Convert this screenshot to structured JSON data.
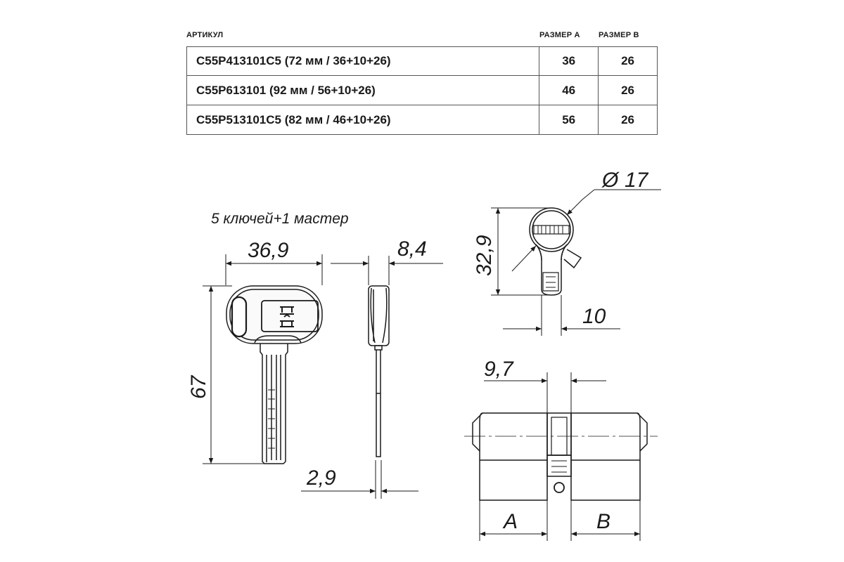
{
  "table": {
    "headers": {
      "article": "АРТИКУЛ",
      "size_a": "РАЗМЕР A",
      "size_b": "РАЗМЕР B"
    },
    "rows": [
      {
        "article": "C55P413101C5 (72 мм / 36+10+26)",
        "a": "36",
        "b": "26"
      },
      {
        "article": "C55P613101 (92 мм / 56+10+26)",
        "a": "46",
        "b": "26"
      },
      {
        "article": "C55P513101C5 (82 мм / 46+10+26)",
        "a": "56",
        "b": "26"
      }
    ]
  },
  "drawing": {
    "keys_note": "5 ключей+1 мастер",
    "key_width": "36,9",
    "key_thickness": "8,4",
    "key_length": "67",
    "blade_thickness": "2,9",
    "diameter_symbol": "Ø",
    "diameter_value": "17",
    "profile_height": "32,9",
    "profile_width": "10",
    "cam_width": "9,7",
    "dim_a": "A",
    "dim_b": "B"
  }
}
